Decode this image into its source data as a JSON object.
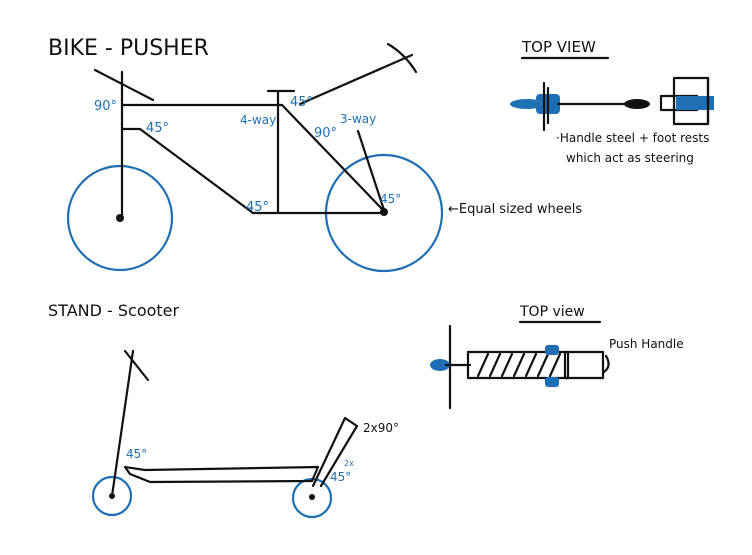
{
  "bike": {
    "title": "BIKE - PUSHER",
    "angles": {
      "a_top_left": "90°",
      "a_seat_left": "45°",
      "a_bottom_mid": "45°",
      "a_top_mid": "45°",
      "a_fork": "90°",
      "a_rear_axle": "45°"
    },
    "labels": {
      "four_way": "4-way",
      "three_way": "3-way",
      "equal_wheels": "←Equal sized wheels"
    }
  },
  "bike_top": {
    "title": "TOP VIEW",
    "note_line1": "·Handle steel + foot rests",
    "note_line2": "which act as steering"
  },
  "scooter": {
    "title": "STAND - Scooter",
    "angles": {
      "a_front": "45°",
      "a_rear": "45°",
      "a_rear_sup": "2x",
      "a_handle": "2x90°"
    }
  },
  "scooter_top": {
    "title": "TOP view",
    "push_label": "Push Handle"
  },
  "colors": {
    "ink": "#111111",
    "accent": "#1f6fb5"
  }
}
